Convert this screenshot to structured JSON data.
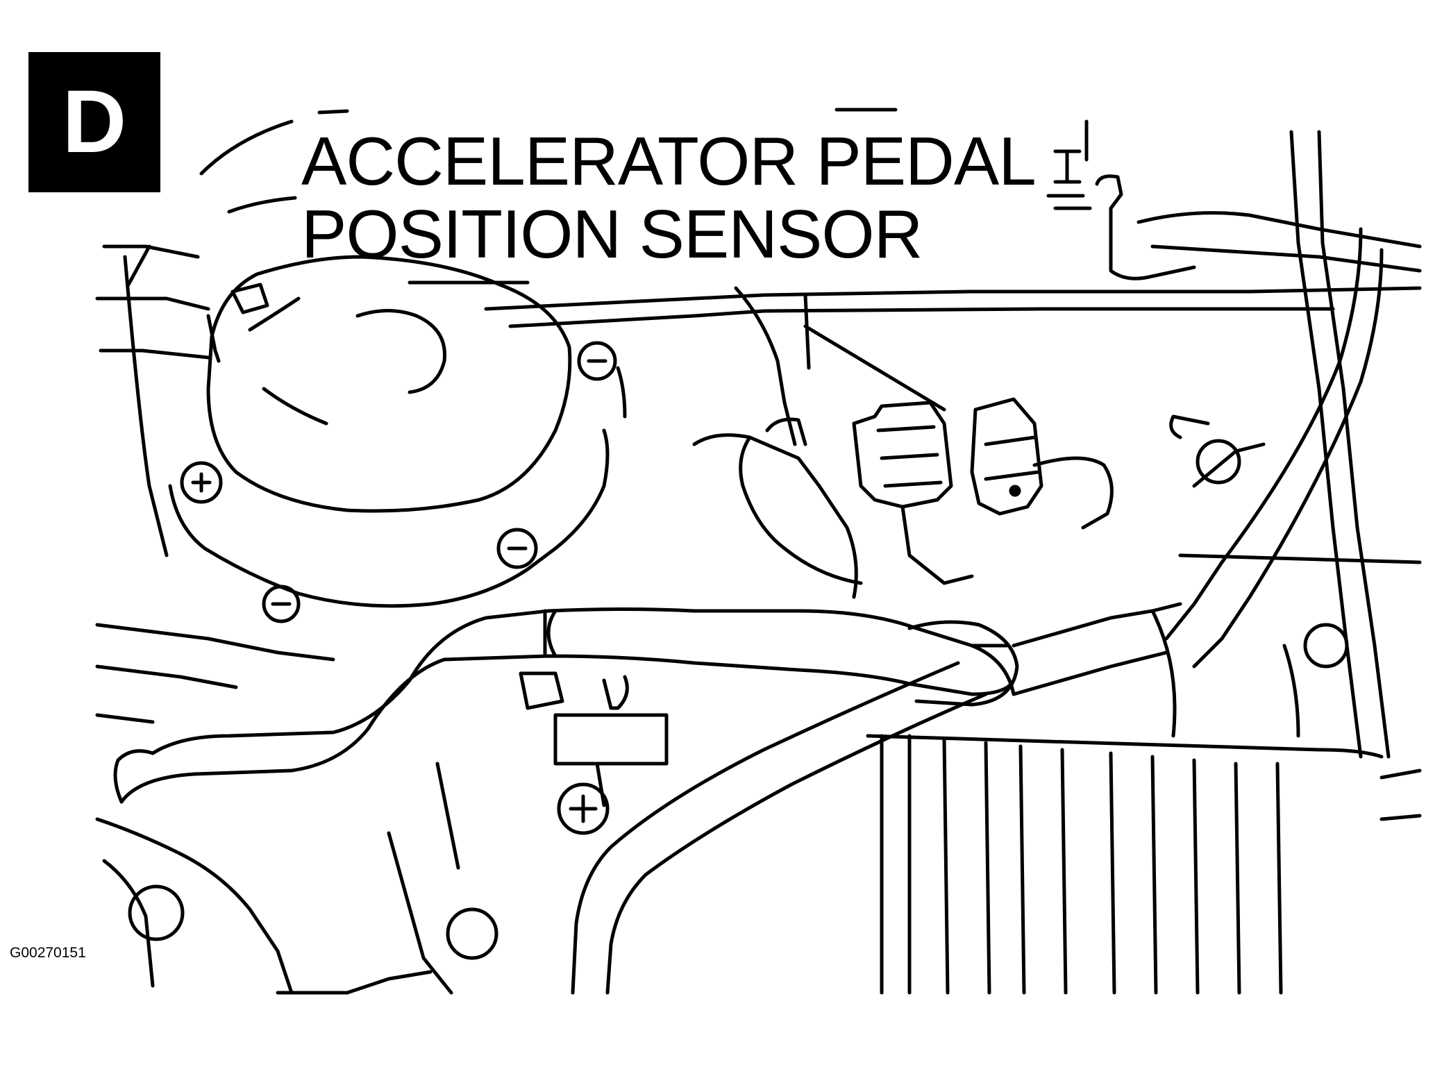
{
  "panel": {
    "letter": "D"
  },
  "callout": {
    "line1": "ACCELERATOR PEDAL",
    "line2": "POSITION SENSOR"
  },
  "figure_id": "G00270151",
  "colors": {
    "ink": "#000000",
    "paper": "#ffffff"
  }
}
